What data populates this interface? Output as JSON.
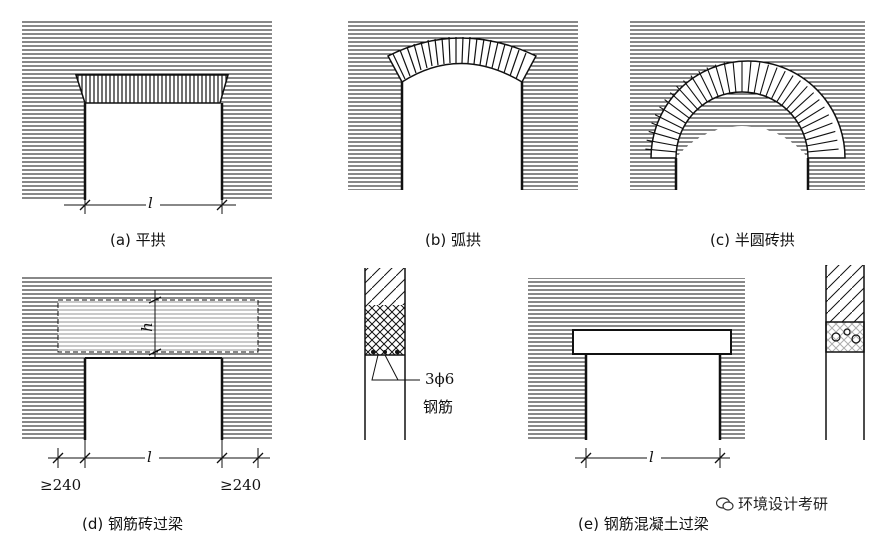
{
  "captions": {
    "a": "(a) 平拱",
    "b": "(b) 弧拱",
    "c": "(c) 半圆砖拱",
    "d": "(d) 钢筋砖过梁",
    "e": "(e) 钢筋混凝土过梁"
  },
  "dimensions": {
    "span": "l",
    "height": "h",
    "min_bearing_left": "≥240",
    "min_bearing_right": "≥240"
  },
  "rebar_note": {
    "spec": "3ϕ6",
    "label": "钢筋"
  },
  "watermark": {
    "text": "环境设计考研",
    "icon": "wechat-icon"
  }
}
